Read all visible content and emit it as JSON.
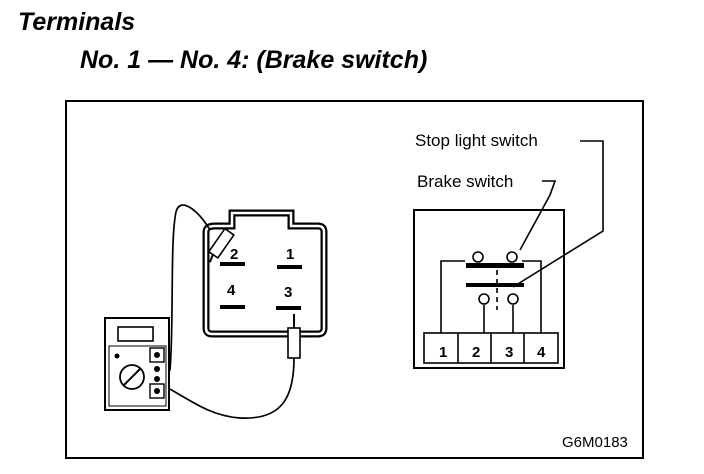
{
  "heading": {
    "title": "Terminals",
    "subtitle": "No. 1 — No. 4: (Brake switch)"
  },
  "diagram": {
    "connector_pins": [
      "2",
      "1",
      "4",
      "3"
    ],
    "labels": {
      "stop_light_switch": "Stop light switch",
      "brake_switch": "Brake switch"
    },
    "switch_terminals": [
      "1",
      "2",
      "3",
      "4"
    ],
    "figure_code": "G6M0183"
  }
}
